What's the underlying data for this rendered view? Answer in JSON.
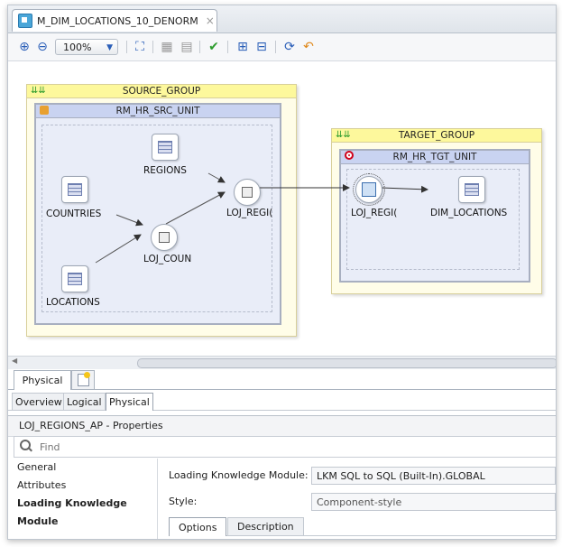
{
  "editor": {
    "tab_title": "M_DIM_LOCATIONS_10_DENORM",
    "tab_close": "×"
  },
  "toolbar": {
    "zoom_value": "100%"
  },
  "diagram": {
    "source_group": "SOURCE_GROUP",
    "source_unit": "RM_HR_SRC_UNIT",
    "target_group": "TARGET_GROUP",
    "target_unit": "RM_HR_TGT_UNIT",
    "nodes": {
      "regions": "REGIONS",
      "countries": "COUNTRIES",
      "locations": "LOCATIONS",
      "loj_coun": "LOJ_COUN",
      "loj_regi": "LOJ_REGI(",
      "loj_regi_ap": "LOJ_REGI(",
      "dim_locations": "DIM_LOCATIONS"
    }
  },
  "view_tabs": {
    "physical_tab": "Physical",
    "overview": "Overview",
    "logical": "Logical",
    "physical": "Physical"
  },
  "properties": {
    "title": "LOJ_REGIONS_AP - Properties",
    "search_placeholder": "Find",
    "nav": [
      "General",
      "Attributes",
      "Loading Knowledge Module"
    ],
    "lkm_label": "Loading Knowledge Module:",
    "lkm_value": "LKM SQL to SQL (Built-In).GLOBAL",
    "style_label": "Style:",
    "style_value": "Component-style",
    "tabs": [
      "Options",
      "Description"
    ]
  },
  "colors": {
    "group_header": "#fdf89c",
    "unit_header": "#c9d3f1",
    "target_marker": "#d0021b"
  }
}
